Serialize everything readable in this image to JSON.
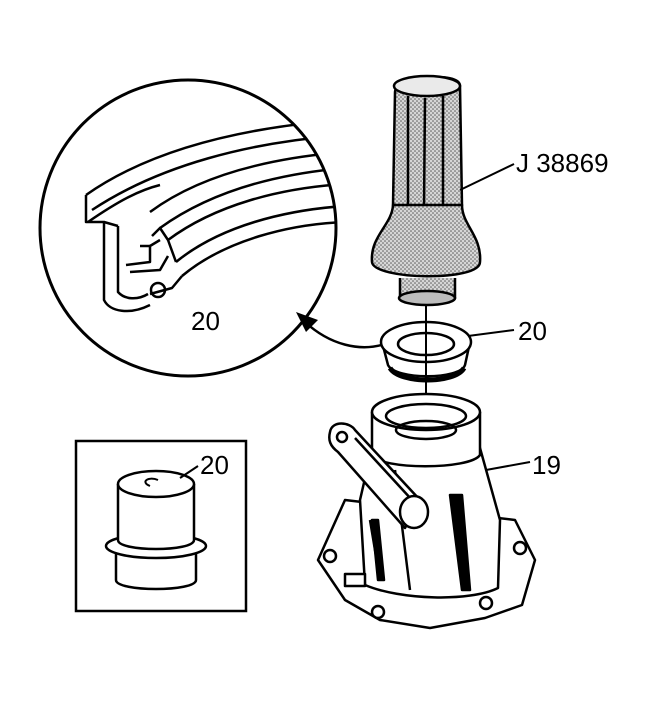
{
  "callouts": {
    "tool": "J 38869",
    "seal": "20",
    "housing": "19",
    "detail_view": "20",
    "inset_view": "20"
  },
  "colors": {
    "line": "#000000",
    "background": "#ffffff",
    "stipple": "#8a8a8a"
  }
}
